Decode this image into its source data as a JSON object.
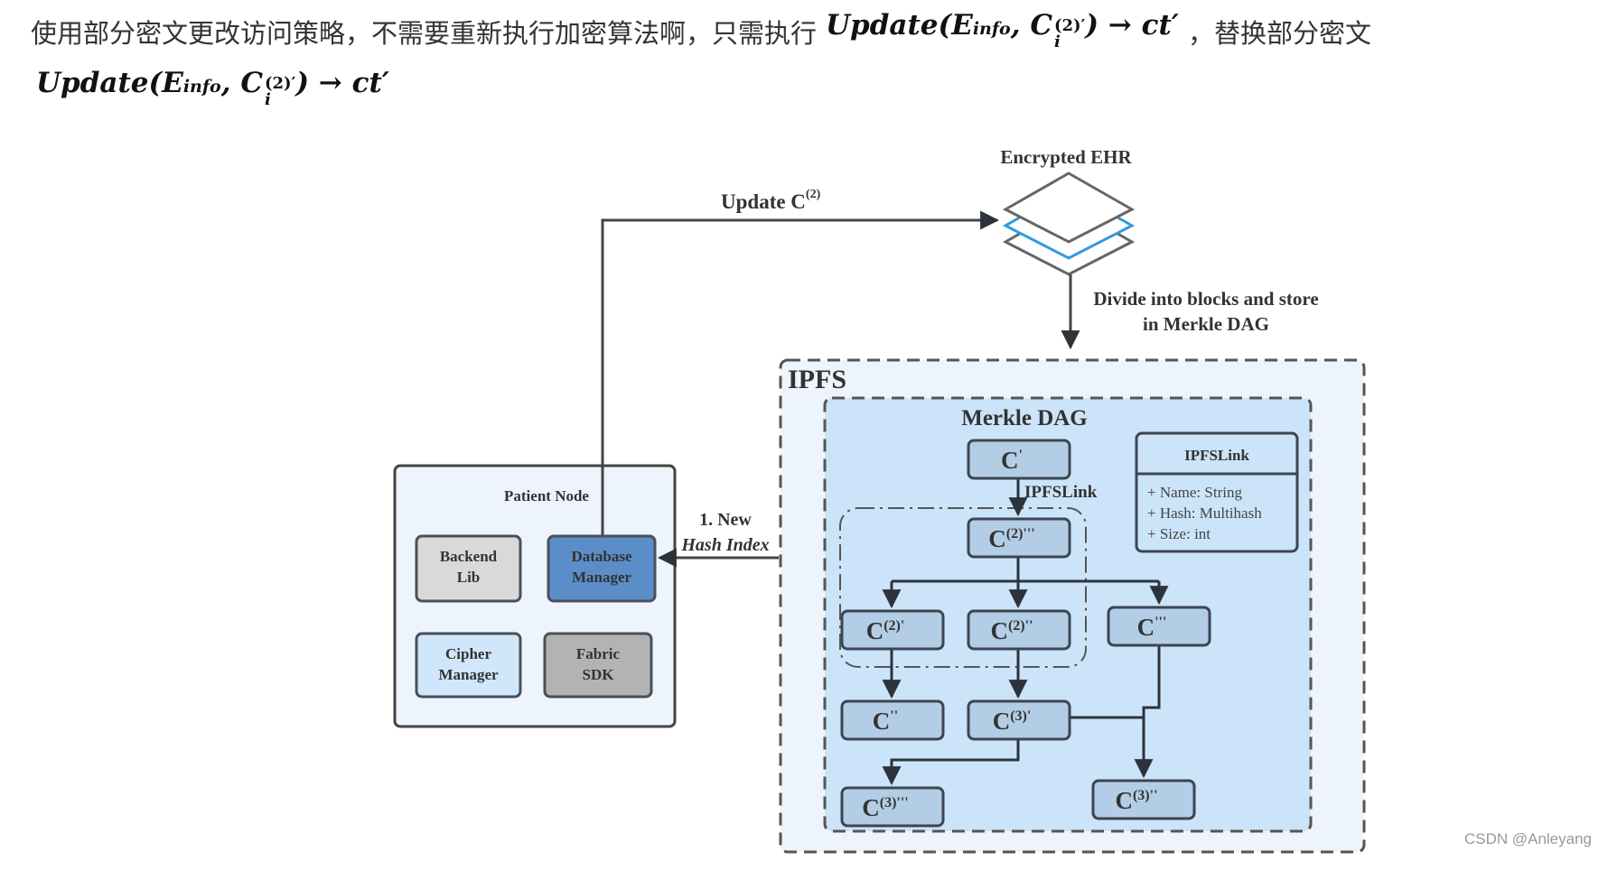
{
  "article": {
    "sentence_part1": "使用部分密文更改访问策略，不需要重新执行加密算法啊，只需执行",
    "sentence_part2": "，替换部分密文",
    "formula": {
      "func": "Update(",
      "E": "E",
      "E_sub": "info",
      "comma": ",",
      "C": "C",
      "C_sup": "(2)′",
      "C_sub": "i",
      "close": ")",
      "arrow": "→",
      "result": "ct′"
    }
  },
  "diagram": {
    "encrypted_ehr_label": "Encrypted EHR",
    "update_label": "Update C",
    "update_sup": "(2)",
    "divide_label_line1": "Divide into blocks and store",
    "divide_label_line2": "in Merkle DAG",
    "new_hash_line1": "1. New",
    "new_hash_line2": "Hash Index",
    "patient_node": {
      "title": "Patient Node",
      "components": [
        {
          "line1": "Backend",
          "line2": "Lib",
          "color": "#d9d9d9"
        },
        {
          "line1": "Database",
          "line2": "Manager",
          "color": "#5b8ec9"
        },
        {
          "line1": "Cipher",
          "line2": "Manager",
          "color": "#cfe6fb"
        },
        {
          "line1": "Fabric",
          "line2": "SDK",
          "color": "#b3b3b3"
        }
      ]
    },
    "ipfs": {
      "title": "IPFS",
      "merkle_title": "Merkle DAG",
      "link_label": "IPFSLink",
      "ipfslink_class": {
        "title": "IPFSLink",
        "fields": [
          "+ Name: String",
          "+ Hash: Multihash",
          "+ Size: int"
        ]
      },
      "nodes": [
        {
          "id": "c1",
          "base": "C",
          "sup": "'"
        },
        {
          "id": "c2ppp",
          "base": "C",
          "sup": "(2)'''"
        },
        {
          "id": "c2p",
          "base": "C",
          "sup": "(2)'"
        },
        {
          "id": "c2pp",
          "base": "C",
          "sup": "(2)''"
        },
        {
          "id": "cppp",
          "base": "C",
          "sup": "'''"
        },
        {
          "id": "cpp",
          "base": "C",
          "sup": "''"
        },
        {
          "id": "c3p",
          "base": "C",
          "sup": "(3)'"
        },
        {
          "id": "c3ppp",
          "base": "C",
          "sup": "(3)'''"
        },
        {
          "id": "c3pp",
          "base": "C",
          "sup": "(3)''"
        }
      ]
    },
    "colors": {
      "ipfs_bg": "#eef4fb",
      "merkle_bg": "#cce4fa",
      "node_fill": "#b3cde6",
      "stroke": "#3d4550",
      "accent_layer": "#2f9be0",
      "patient_bg": "#eef4fb"
    }
  },
  "watermark": "CSDN @Anleyang"
}
